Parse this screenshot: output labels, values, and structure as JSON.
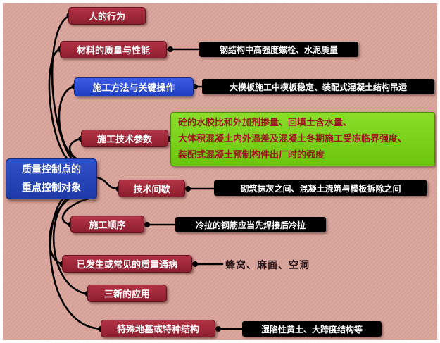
{
  "title": "质量控制点的重点控制对象思维导图",
  "root": {
    "line1": "质量控制点的",
    "line2": "重点控制对象"
  },
  "nodes": {
    "human_behavior": {
      "label": "人的行为"
    },
    "material": {
      "label": "材料的质量与性能",
      "detail": "钢结构中高强度螺栓、水泥质量"
    },
    "method": {
      "label": "施工方法与关键操作",
      "detail": "大模板施工中模板稳定、装配式混凝土结构吊运"
    },
    "tech_params": {
      "label": "施工技术参数",
      "detail_lines": [
        "砼的水胶比和外加剂掺量、回填土含水量、",
        "大体积混凝土内外温差及混凝土冬期施工受冻临界强度、",
        "装配式混凝土预制构件出厂时的强度"
      ]
    },
    "tech_interval": {
      "label": "技术间歇",
      "detail": "砌筑抹灰之间、混凝土浇筑与模板拆除之间"
    },
    "sequence": {
      "label": "施工顺序",
      "detail": "冷拉的钢筋应当先焊接后冷拉"
    },
    "defects": {
      "label": "已发生或常见的质量通病",
      "detail": "蜂窝、麻面、空洞"
    },
    "three_new": {
      "label": "三新的应用"
    },
    "special": {
      "label": "特殊地基或特种结构",
      "detail": "湿陷性黄土、大跨度结构等"
    }
  },
  "colors": {
    "background": "#d9a39a",
    "branch_red": "#8d1e2e",
    "branch_blue": "#1e3ec2",
    "detail_black": "#000000",
    "highlight_green": "#76d114",
    "green_text": "#9c1420",
    "connector": "#000000"
  }
}
